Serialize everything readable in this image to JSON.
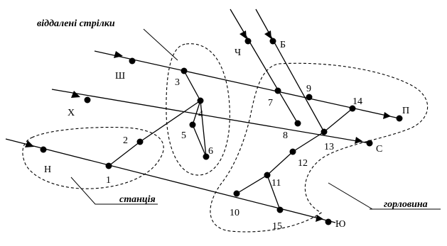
{
  "captions": {
    "remote_switches": "віддалені стрілки",
    "station": "станція",
    "throat": "горловина"
  },
  "terminals": {
    "Sh": "Ш",
    "Kh": "Х",
    "N": "Н",
    "Ch": "Ч",
    "B": "Б",
    "P": "П",
    "S": "С",
    "Yu": "Ю"
  },
  "nodes": {
    "n1": "1",
    "n2": "2",
    "n3": "3",
    "n4": "4",
    "n5": "5",
    "n6": "6",
    "n7": "7",
    "n8": "8",
    "n9": "9",
    "n10": "10",
    "n11": "11",
    "n12": "12",
    "n13": "13",
    "n14": "14",
    "n15": "15"
  }
}
